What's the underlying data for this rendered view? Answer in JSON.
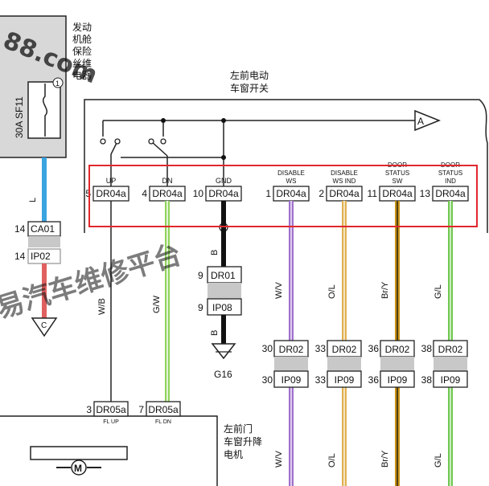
{
  "fuse_box": {
    "title_lines": [
      "发动",
      "机舱",
      "保险",
      "丝维",
      "电器"
    ],
    "fuse_label": "30A SF11",
    "pin": "1"
  },
  "switch_title_lines": [
    "左前电动",
    "车窗开关"
  ],
  "motor_title_lines": [
    "左前门",
    "车窗升降",
    "电机"
  ],
  "offpage_a": "A",
  "offpage_c": "C",
  "wire_l": "L",
  "ca01": {
    "pin": "14",
    "label": "CA01"
  },
  "ip02": {
    "pin": "14",
    "label": "IP02"
  },
  "switch_connectors": [
    {
      "pin": "5",
      "label": "DR04a",
      "func": [
        "UP"
      ],
      "wire": "W/B",
      "color": "#cccccc"
    },
    {
      "pin": "4",
      "label": "DR04a",
      "func": [
        "DN"
      ],
      "wire": "G/W",
      "color": "#8ed35a"
    },
    {
      "pin": "10",
      "label": "DR04a",
      "func": [
        "GND"
      ],
      "wire": "B",
      "color": "#111111"
    },
    {
      "pin": "1",
      "label": "DR04a",
      "func": [
        "DISABLE",
        "WS"
      ],
      "wire": "W/V",
      "color": "#a070cc"
    },
    {
      "pin": "2",
      "label": "DR04a",
      "func": [
        "DISABLE",
        "WS IND"
      ],
      "wire": "O/L",
      "color": "#e0b050"
    },
    {
      "pin": "11",
      "label": "DR04a",
      "func": [
        "DOOR",
        "STATUS",
        "SW"
      ],
      "wire": "Br/Y",
      "color": "#c89418"
    },
    {
      "pin": "13",
      "label": "DR04a",
      "func": [
        "DOOR",
        "STATUS",
        "IND"
      ],
      "wire": "G/L",
      "color": "#70c850"
    }
  ],
  "ground_chain": {
    "wire_b": "B",
    "dr01": {
      "pin": "9",
      "label": "DR01"
    },
    "ip08": {
      "pin": "9",
      "label": "IP08"
    },
    "ground": "G16"
  },
  "inline_connectors": [
    {
      "top_pin": "30",
      "top_label": "DR02",
      "bot_pin": "30",
      "bot_label": "IP09"
    },
    {
      "top_pin": "33",
      "top_label": "DR02",
      "bot_pin": "33",
      "bot_label": "IP09"
    },
    {
      "top_pin": "36",
      "top_label": "DR02",
      "bot_pin": "36",
      "bot_label": "IP09"
    },
    {
      "top_pin": "38",
      "top_label": "DR02",
      "bot_pin": "38",
      "bot_label": "IP09"
    }
  ],
  "motor_connectors": [
    {
      "pin": "3",
      "label": "DR05a",
      "func": "FL UP"
    },
    {
      "pin": "7",
      "label": "DR05a",
      "func": "FL DN"
    }
  ],
  "motor_symbol": "M",
  "highlight_color": "#e0282c",
  "watermark_logo": "88.com",
  "watermark_text": "易汽车维修平台"
}
